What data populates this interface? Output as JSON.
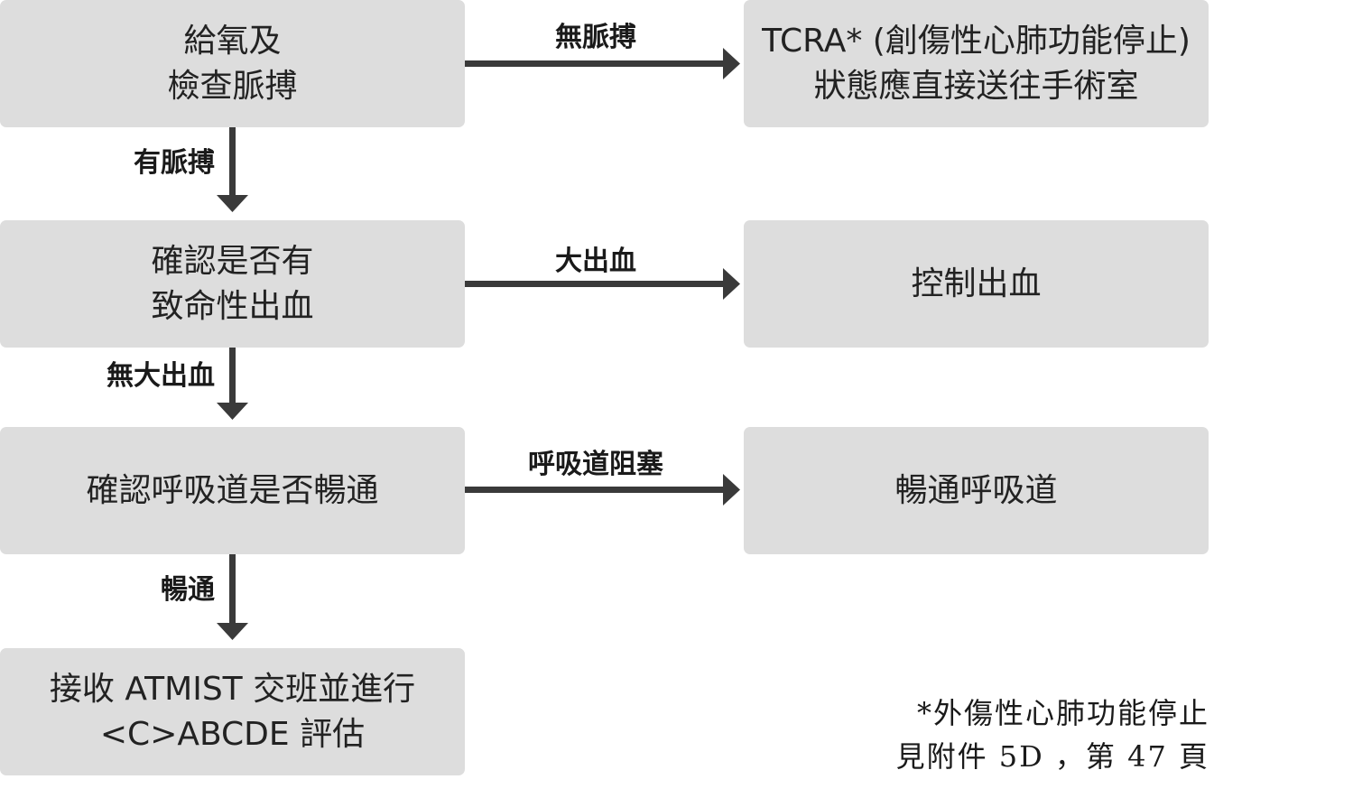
{
  "boxes": {
    "oxygen_check_pulse": [
      "給氧及",
      "檢查脈搏"
    ],
    "tcra_or": [
      "TCRA* (創傷性心肺功能停止)",
      "狀態應直接送往手術室"
    ],
    "check_bleeding": [
      "確認是否有",
      "致命性出血"
    ],
    "control_bleeding": [
      "控制出血"
    ],
    "check_airway": [
      "確認呼吸道是否暢通"
    ],
    "clear_airway": [
      "暢通呼吸道"
    ],
    "atmist_handover": [
      "接收 ATMIST 交班並進行",
      "<C>ABCDE 評估"
    ]
  },
  "labels": {
    "no_pulse": "無脈搏",
    "has_pulse": "有脈搏",
    "major_bleeding": "大出血",
    "no_major_bleeding": "無大出血",
    "airway_obstruction": "呼吸道阻塞",
    "airway_clear": "暢通"
  },
  "footnote": [
    "*外傷性心肺功能停止",
    "見附件 5D ，第 47 頁"
  ],
  "colors": {
    "box_fill": "#dddddd",
    "arrow": "#3a3a3a",
    "text": "#222222"
  }
}
